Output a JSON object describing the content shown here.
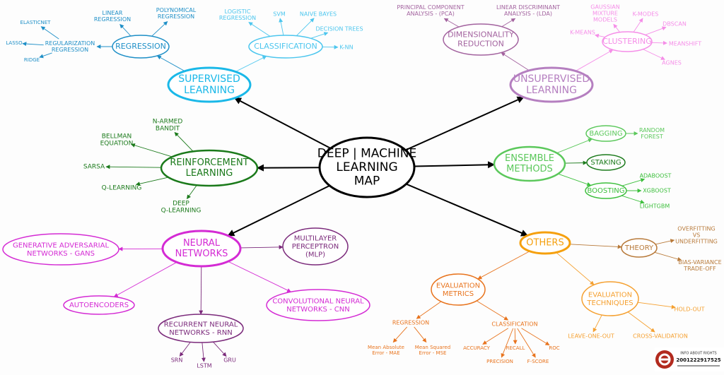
{
  "colors": {
    "center": "#000000",
    "supervised": "#1ab8e8",
    "regression": "#1e8fc7",
    "classification": "#4cc6ee",
    "unsupervised": "#b57fc0",
    "dimensionality": "#a3639f",
    "clustering": "#f58ee8",
    "reinforcement": "#1b7a1b",
    "ensemble": "#5bc85b",
    "ensemble_leaf": "#3cbf3c",
    "neural": "#d42bd4",
    "mlp": "#7b2a7b",
    "others": "#f5a00e",
    "theory": "#b87a3a",
    "metrics": "#e8741e",
    "techniques": "#f5a030"
  },
  "nodes": {
    "center": {
      "lines": [
        "DEEP | MACHINE",
        "LEARNING",
        "MAP"
      ],
      "color": "center"
    },
    "supervised": {
      "lines": [
        "SUPERVISED",
        "LEARNING"
      ],
      "color": "supervised"
    },
    "regression": {
      "lines": [
        "REGRESSION"
      ],
      "color": "regression"
    },
    "linear_regression": {
      "lines": [
        "LINEAR",
        "REGRESSION"
      ],
      "color": "regression"
    },
    "polynomical_regression": {
      "lines": [
        "POLYNOMICAL",
        "REGRESSION"
      ],
      "color": "regression"
    },
    "regularization_regression": {
      "lines": [
        "REGULARIZATION",
        "REGRESSION"
      ],
      "color": "regression"
    },
    "elasticnet": {
      "lines": [
        "ELASTICNET"
      ],
      "color": "regression"
    },
    "lasso": {
      "lines": [
        "LASSO"
      ],
      "color": "regression"
    },
    "ridge": {
      "lines": [
        "RIDGE"
      ],
      "color": "regression"
    },
    "classification": {
      "lines": [
        "CLASSIFICATION"
      ],
      "color": "classification"
    },
    "logistic_regression": {
      "lines": [
        "LOGISTIC",
        "REGRESSION"
      ],
      "color": "classification"
    },
    "svm": {
      "lines": [
        "SVM"
      ],
      "color": "classification"
    },
    "naive_bayes": {
      "lines": [
        "NAIVE BAYES"
      ],
      "color": "classification"
    },
    "decision_trees": {
      "lines": [
        "DECISION TREES"
      ],
      "color": "classification"
    },
    "knn": {
      "lines": [
        "K-NN"
      ],
      "color": "classification"
    },
    "unsupervised": {
      "lines": [
        "UNSUPERVISED",
        "LEARNING"
      ],
      "color": "unsupervised"
    },
    "dimensionality": {
      "lines": [
        "DIMENSIONALITY",
        "REDUCTION"
      ],
      "color": "dimensionality"
    },
    "pca": {
      "lines": [
        "PRINCIPAL COMPONENT",
        "ANALYSIS - (PCA)"
      ],
      "color": "dimensionality"
    },
    "lda": {
      "lines": [
        "LINEAR DISCRIMINANT",
        "ANALYSIS - (LDA)"
      ],
      "color": "dimensionality"
    },
    "clustering": {
      "lines": [
        "CLUSTERING"
      ],
      "color": "clustering"
    },
    "gmm": {
      "lines": [
        "GAUSSIAN",
        "MIXTURE",
        "MODELS"
      ],
      "color": "clustering"
    },
    "kmodes": {
      "lines": [
        "K-MODES"
      ],
      "color": "clustering"
    },
    "kmeans": {
      "lines": [
        "K-MEANS"
      ],
      "color": "clustering"
    },
    "dbscan": {
      "lines": [
        "DBSCAN"
      ],
      "color": "clustering"
    },
    "meanshift": {
      "lines": [
        "MEANSHIFT"
      ],
      "color": "clustering"
    },
    "agnes": {
      "lines": [
        "AGNES"
      ],
      "color": "clustering"
    },
    "reinforcement": {
      "lines": [
        "REINFORCEMENT",
        "LEARNING"
      ],
      "color": "reinforcement"
    },
    "narmed": {
      "lines": [
        "N-ARMED",
        "BANDIT"
      ],
      "color": "reinforcement"
    },
    "bellman": {
      "lines": [
        "BELLMAN",
        "EQUATION"
      ],
      "color": "reinforcement"
    },
    "sarsa": {
      "lines": [
        "SARSA"
      ],
      "color": "reinforcement"
    },
    "qlearning": {
      "lines": [
        "Q-LEARNING"
      ],
      "color": "reinforcement"
    },
    "deepq": {
      "lines": [
        "DEEP",
        "Q-LEARNING"
      ],
      "color": "reinforcement"
    },
    "ensemble": {
      "lines": [
        "ENSEMBLE",
        "METHODS"
      ],
      "color": "ensemble"
    },
    "bagging": {
      "lines": [
        "BAGGING"
      ],
      "color": "ensemble"
    },
    "random_forest": {
      "lines": [
        "RANDOM",
        "FOREST"
      ],
      "color": "ensemble"
    },
    "staking": {
      "lines": [
        "STAKING"
      ],
      "color": "reinforcement"
    },
    "boosting": {
      "lines": [
        "BOOSTING"
      ],
      "color": "ensemble_leaf"
    },
    "adaboost": {
      "lines": [
        "ADABOOST"
      ],
      "color": "ensemble_leaf"
    },
    "xgboost": {
      "lines": [
        "XGBOOST"
      ],
      "color": "ensemble_leaf"
    },
    "lightgbm": {
      "lines": [
        "LIGHTGBM"
      ],
      "color": "ensemble_leaf"
    },
    "neural": {
      "lines": [
        "NEURAL",
        "NETWORKS"
      ],
      "color": "neural"
    },
    "gans": {
      "lines": [
        "GENERATIVE ADVERSARIAL",
        "NETWORKS - GANS"
      ],
      "color": "neural"
    },
    "mlp": {
      "lines": [
        "MULTILAYER",
        "PERCEPTRON",
        "(MLP)"
      ],
      "color": "mlp"
    },
    "autoencoders": {
      "lines": [
        "AUTOENCODERS"
      ],
      "color": "neural"
    },
    "rnn": {
      "lines": [
        "RECURRENT NEURAL",
        "NETWORKS - RNN"
      ],
      "color": "mlp"
    },
    "srn": {
      "lines": [
        "SRN"
      ],
      "color": "mlp"
    },
    "lstm": {
      "lines": [
        "LSTM"
      ],
      "color": "mlp"
    },
    "gru": {
      "lines": [
        "GRU"
      ],
      "color": "mlp"
    },
    "cnn": {
      "lines": [
        "CONVOLUTIONAL NEURAL",
        "NETWORKS - CNN"
      ],
      "color": "neural"
    },
    "others": {
      "lines": [
        "OTHERS"
      ],
      "color": "others"
    },
    "theory": {
      "lines": [
        "THEORY"
      ],
      "color": "theory"
    },
    "overfitting": {
      "lines": [
        "OVERFITTING",
        "VS",
        "UNDERFITTING"
      ],
      "color": "theory"
    },
    "bias_variance": {
      "lines": [
        "BIAS-VARIANCE",
        "TRADE-OFF"
      ],
      "color": "theory"
    },
    "metrics": {
      "lines": [
        "EVALUATION",
        "METRICS"
      ],
      "color": "metrics"
    },
    "m_regression": {
      "lines": [
        "REGRESSION"
      ],
      "color": "metrics"
    },
    "mae": {
      "lines": [
        "Mean Absolute",
        "Error - MAE"
      ],
      "color": "metrics"
    },
    "mse": {
      "lines": [
        "Mean Squared",
        "Error - MSE"
      ],
      "color": "metrics"
    },
    "m_classification": {
      "lines": [
        "CLASSIFICATION"
      ],
      "color": "metrics"
    },
    "accuracy": {
      "lines": [
        "ACCURACY"
      ],
      "color": "metrics"
    },
    "precision": {
      "lines": [
        "PRECISION"
      ],
      "color": "metrics"
    },
    "recall": {
      "lines": [
        "RECALL"
      ],
      "color": "metrics"
    },
    "fscore": {
      "lines": [
        "F-SCORE"
      ],
      "color": "metrics"
    },
    "roc": {
      "lines": [
        "ROC"
      ],
      "color": "metrics"
    },
    "techniques": {
      "lines": [
        "EVALUATION",
        "TECHNIQUES"
      ],
      "color": "techniques"
    },
    "holdout": {
      "lines": [
        "HOLD-OUT"
      ],
      "color": "techniques"
    },
    "leaveoneout": {
      "lines": [
        "LEAVE-ONE-OUT"
      ],
      "color": "techniques"
    },
    "crossvalidation": {
      "lines": [
        "CROSS-VALIDATION"
      ],
      "color": "techniques"
    }
  },
  "rights_badge": {
    "title": "INFO ABOUT RIGHTS",
    "code": "2001222917525",
    "logo_icon": "safe-creative-icon",
    "logo_color": "#b22a1e"
  }
}
